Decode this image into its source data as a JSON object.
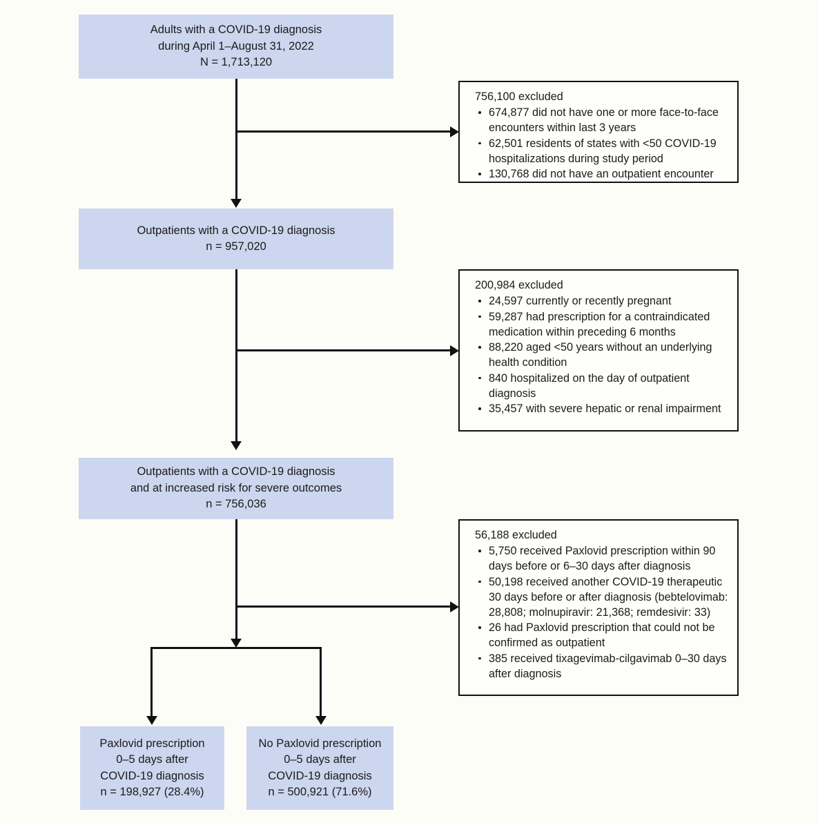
{
  "figure": {
    "background_color": "#fdfdf7",
    "cohort_box_color": "#ccd6ee",
    "line_color": "#111111"
  },
  "cohorts": [
    {
      "id": "adults-covid-diagnosis",
      "line1": "Adults with a COVID-19 diagnosis",
      "line2": "during April 1–August 31, 2022",
      "line3": "N = 1,713,120"
    },
    {
      "id": "outpatients-covid-diagnosis",
      "line1": "Outpatients with a COVID-19 diagnosis",
      "line2": "n = 957,020",
      "line3": ""
    },
    {
      "id": "outpatients-increased-risk",
      "line1": "Outpatients with a COVID-19 diagnosis",
      "line2": "and at increased risk for severe outcomes",
      "line3": "n = 756,036"
    }
  ],
  "outcomes": [
    {
      "id": "paxlovid-prescription",
      "line1": "Paxlovid prescription",
      "line2": "0–5 days after",
      "line3": "COVID-19 diagnosis",
      "line4": "n = 198,927 (28.4%)"
    },
    {
      "id": "no-paxlovid-prescription",
      "line1": "No Paxlovid prescription",
      "line2": "0–5 days after",
      "line3": "COVID-19 diagnosis",
      "line4": "n = 500,921 (71.6%)"
    }
  ],
  "exclusions": [
    {
      "id": "exclusion-1",
      "heading": "756,100 excluded",
      "items": [
        "674,877 did not have one or more face-to-face encounters within last 3 years",
        "62,501 residents of states with <50 COVID-19 hospitalizations during study period",
        "130,768 did not have an outpatient encounter"
      ]
    },
    {
      "id": "exclusion-2",
      "heading": "200,984 excluded",
      "items": [
        "24,597 currently or recently pregnant",
        "59,287 had prescription for a contraindicated medication within preceding 6 months",
        "88,220 aged <50 years without an underlying health condition",
        "840 hospitalized on the day of outpatient diagnosis",
        "35,457 with severe hepatic or renal impairment"
      ]
    },
    {
      "id": "exclusion-3",
      "heading": "56,188 excluded",
      "items": [
        "5,750 received Paxlovid prescription within 90 days before or 6–30 days after diagnosis",
        "50,198 received another COVID-19 therapeutic 30 days before or after diagnosis (bebtelovimab: 28,808; molnupiravir: 21,368; remdesivir: 33)",
        "26 had Paxlovid prescription that could not be confirmed as outpatient",
        "385 received tixagevimab-cilgavimab 0–30 days after diagnosis"
      ]
    }
  ]
}
